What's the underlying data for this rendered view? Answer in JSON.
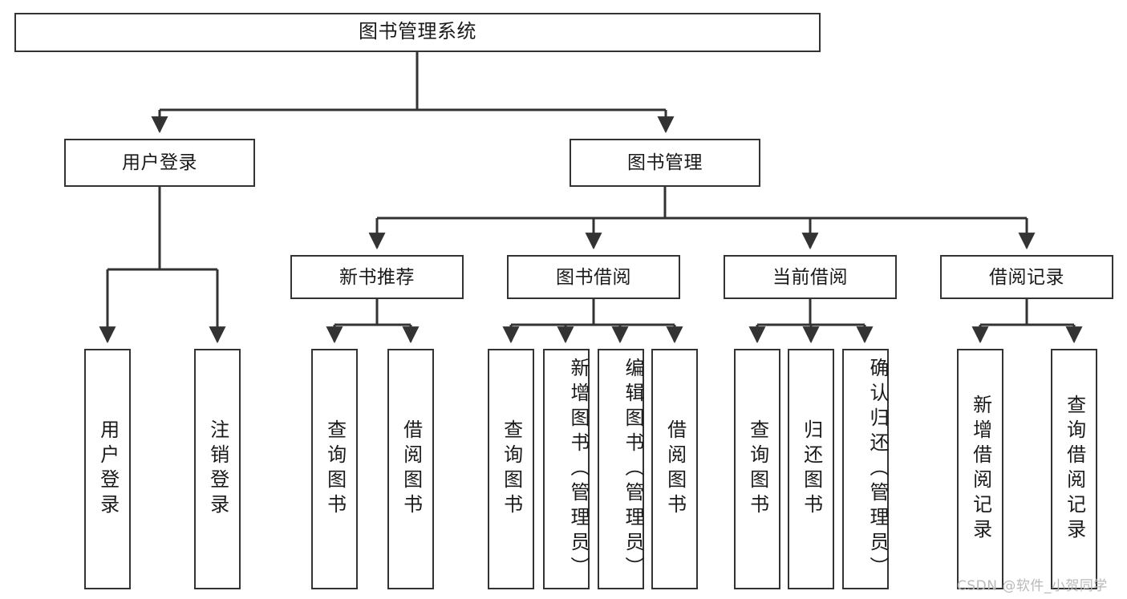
{
  "diagram": {
    "type": "tree",
    "title": "图书管理系统",
    "watermark": "CSDN @软件_小贺同学",
    "colors": {
      "stroke": "#333333",
      "fill": "#ffffff",
      "text": "#1a1a1a",
      "watermark": "#b9b9b9"
    },
    "nodes": {
      "root": {
        "label": "图书管理系统"
      },
      "level2": [
        {
          "id": "user-login",
          "label": "用户登录"
        },
        {
          "id": "book-management",
          "label": "图书管理"
        }
      ],
      "level3": [
        {
          "id": "new-book-recommend",
          "label": "新书推荐"
        },
        {
          "id": "book-borrow",
          "label": "图书借阅"
        },
        {
          "id": "current-borrow",
          "label": "当前借阅"
        },
        {
          "id": "borrow-record",
          "label": "借阅记录"
        }
      ],
      "leaves": [
        {
          "id": "leaf-user-login",
          "label": "用户登录",
          "parent": "user-login"
        },
        {
          "id": "leaf-logout",
          "label": "注销登录",
          "parent": "user-login"
        },
        {
          "id": "leaf-query-book-1",
          "label": "查询图书",
          "parent": "new-book-recommend"
        },
        {
          "id": "leaf-borrow-book-1",
          "label": "借阅图书",
          "parent": "new-book-recommend"
        },
        {
          "id": "leaf-query-book-2",
          "label": "查询图书",
          "parent": "book-borrow"
        },
        {
          "id": "leaf-add-book",
          "label": "新增图书（管理员）",
          "parent": "book-borrow"
        },
        {
          "id": "leaf-edit-book",
          "label": "编辑图书（管理员）",
          "parent": "book-borrow"
        },
        {
          "id": "leaf-borrow-book-2",
          "label": "借阅图书",
          "parent": "book-borrow"
        },
        {
          "id": "leaf-query-book-3",
          "label": "查询图书",
          "parent": "current-borrow"
        },
        {
          "id": "leaf-return-book",
          "label": "归还图书",
          "parent": "current-borrow"
        },
        {
          "id": "leaf-confirm-return",
          "label": "确认归还（管理员）",
          "parent": "current-borrow"
        },
        {
          "id": "leaf-add-record",
          "label": "新增借阅记录",
          "parent": "borrow-record"
        },
        {
          "id": "leaf-query-record",
          "label": "查询借阅记录",
          "parent": "borrow-record"
        }
      ]
    }
  }
}
